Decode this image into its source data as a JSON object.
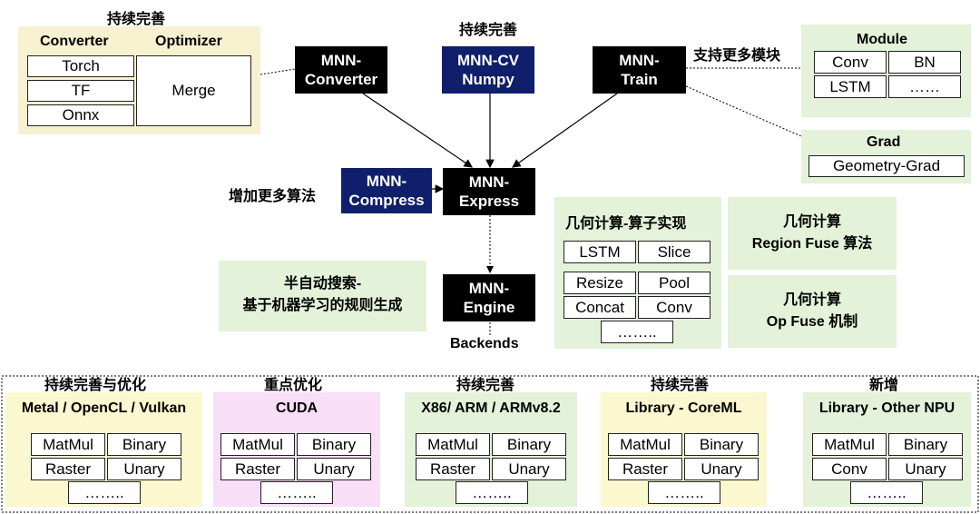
{
  "converter_group": {
    "caption": "持续完善",
    "converter_header": "Converter",
    "optimizer_header": "Optimizer",
    "items": [
      "Torch",
      "TF",
      "Onnx"
    ],
    "merge": "Merge"
  },
  "nodes": {
    "converter": [
      "MNN-",
      "Converter"
    ],
    "cv": [
      "MNN-CV",
      "Numpy"
    ],
    "train": [
      "MNN-",
      "Train"
    ],
    "compress": [
      "MNN-",
      "Compress"
    ],
    "express": [
      "MNN-",
      "Express"
    ],
    "engine": [
      "MNN-",
      "Engine"
    ]
  },
  "captions": {
    "cv_caption": "持续完善",
    "train_caption": "支持更多模块",
    "compress_caption": "增加更多算法",
    "backends": "Backends"
  },
  "module_panel": {
    "title": "Module",
    "items": [
      "Conv",
      "BN",
      "LSTM",
      "……"
    ]
  },
  "grad_panel": {
    "title": "Grad",
    "item": "Geometry-Grad"
  },
  "geometry_panel": {
    "title": "几何计算-算子实现",
    "items": [
      "LSTM",
      "Slice",
      "Resize",
      "Pool",
      "Concat",
      "Conv",
      "…….."
    ]
  },
  "region_panel": {
    "line1": "几何计算",
    "line2": "Region Fuse 算法"
  },
  "opfuse_panel": {
    "line1": "几何计算",
    "line2": "Op Fuse 机制"
  },
  "search_panel": {
    "line1": "半自动搜索-",
    "line2": "基于机器学习的规则生成"
  },
  "backends": [
    {
      "caption": "持续完善与优化",
      "title": "Metal / OpenCL / Vulkan",
      "items": [
        "MatMul",
        "Binary",
        "Raster",
        "Unary",
        "…….."
      ]
    },
    {
      "caption": "重点优化",
      "title": "CUDA",
      "items": [
        "MatMul",
        "Binary",
        "Raster",
        "Unary",
        "…….."
      ]
    },
    {
      "caption": "持续完善",
      "title": "X86/ ARM / ARMv8.2",
      "items": [
        "MatMul",
        "Binary",
        "Raster",
        "Unary",
        "…….."
      ]
    },
    {
      "caption": "持续完善",
      "title": "Library - CoreML",
      "items": [
        "MatMul",
        "Binary",
        "Raster",
        "Unary",
        "…….."
      ]
    },
    {
      "caption": "新增",
      "title": "Library - Other NPU",
      "items": [
        "MatMul",
        "Binary",
        "Conv",
        "Unary",
        "…….."
      ]
    }
  ],
  "colors": {
    "black_node": "#000000",
    "navy_node": "#0f1f6b",
    "yellow_panel": "#f7f1cf",
    "green_panel": "#e3f2d9",
    "pink_panel": "#f8def6"
  }
}
